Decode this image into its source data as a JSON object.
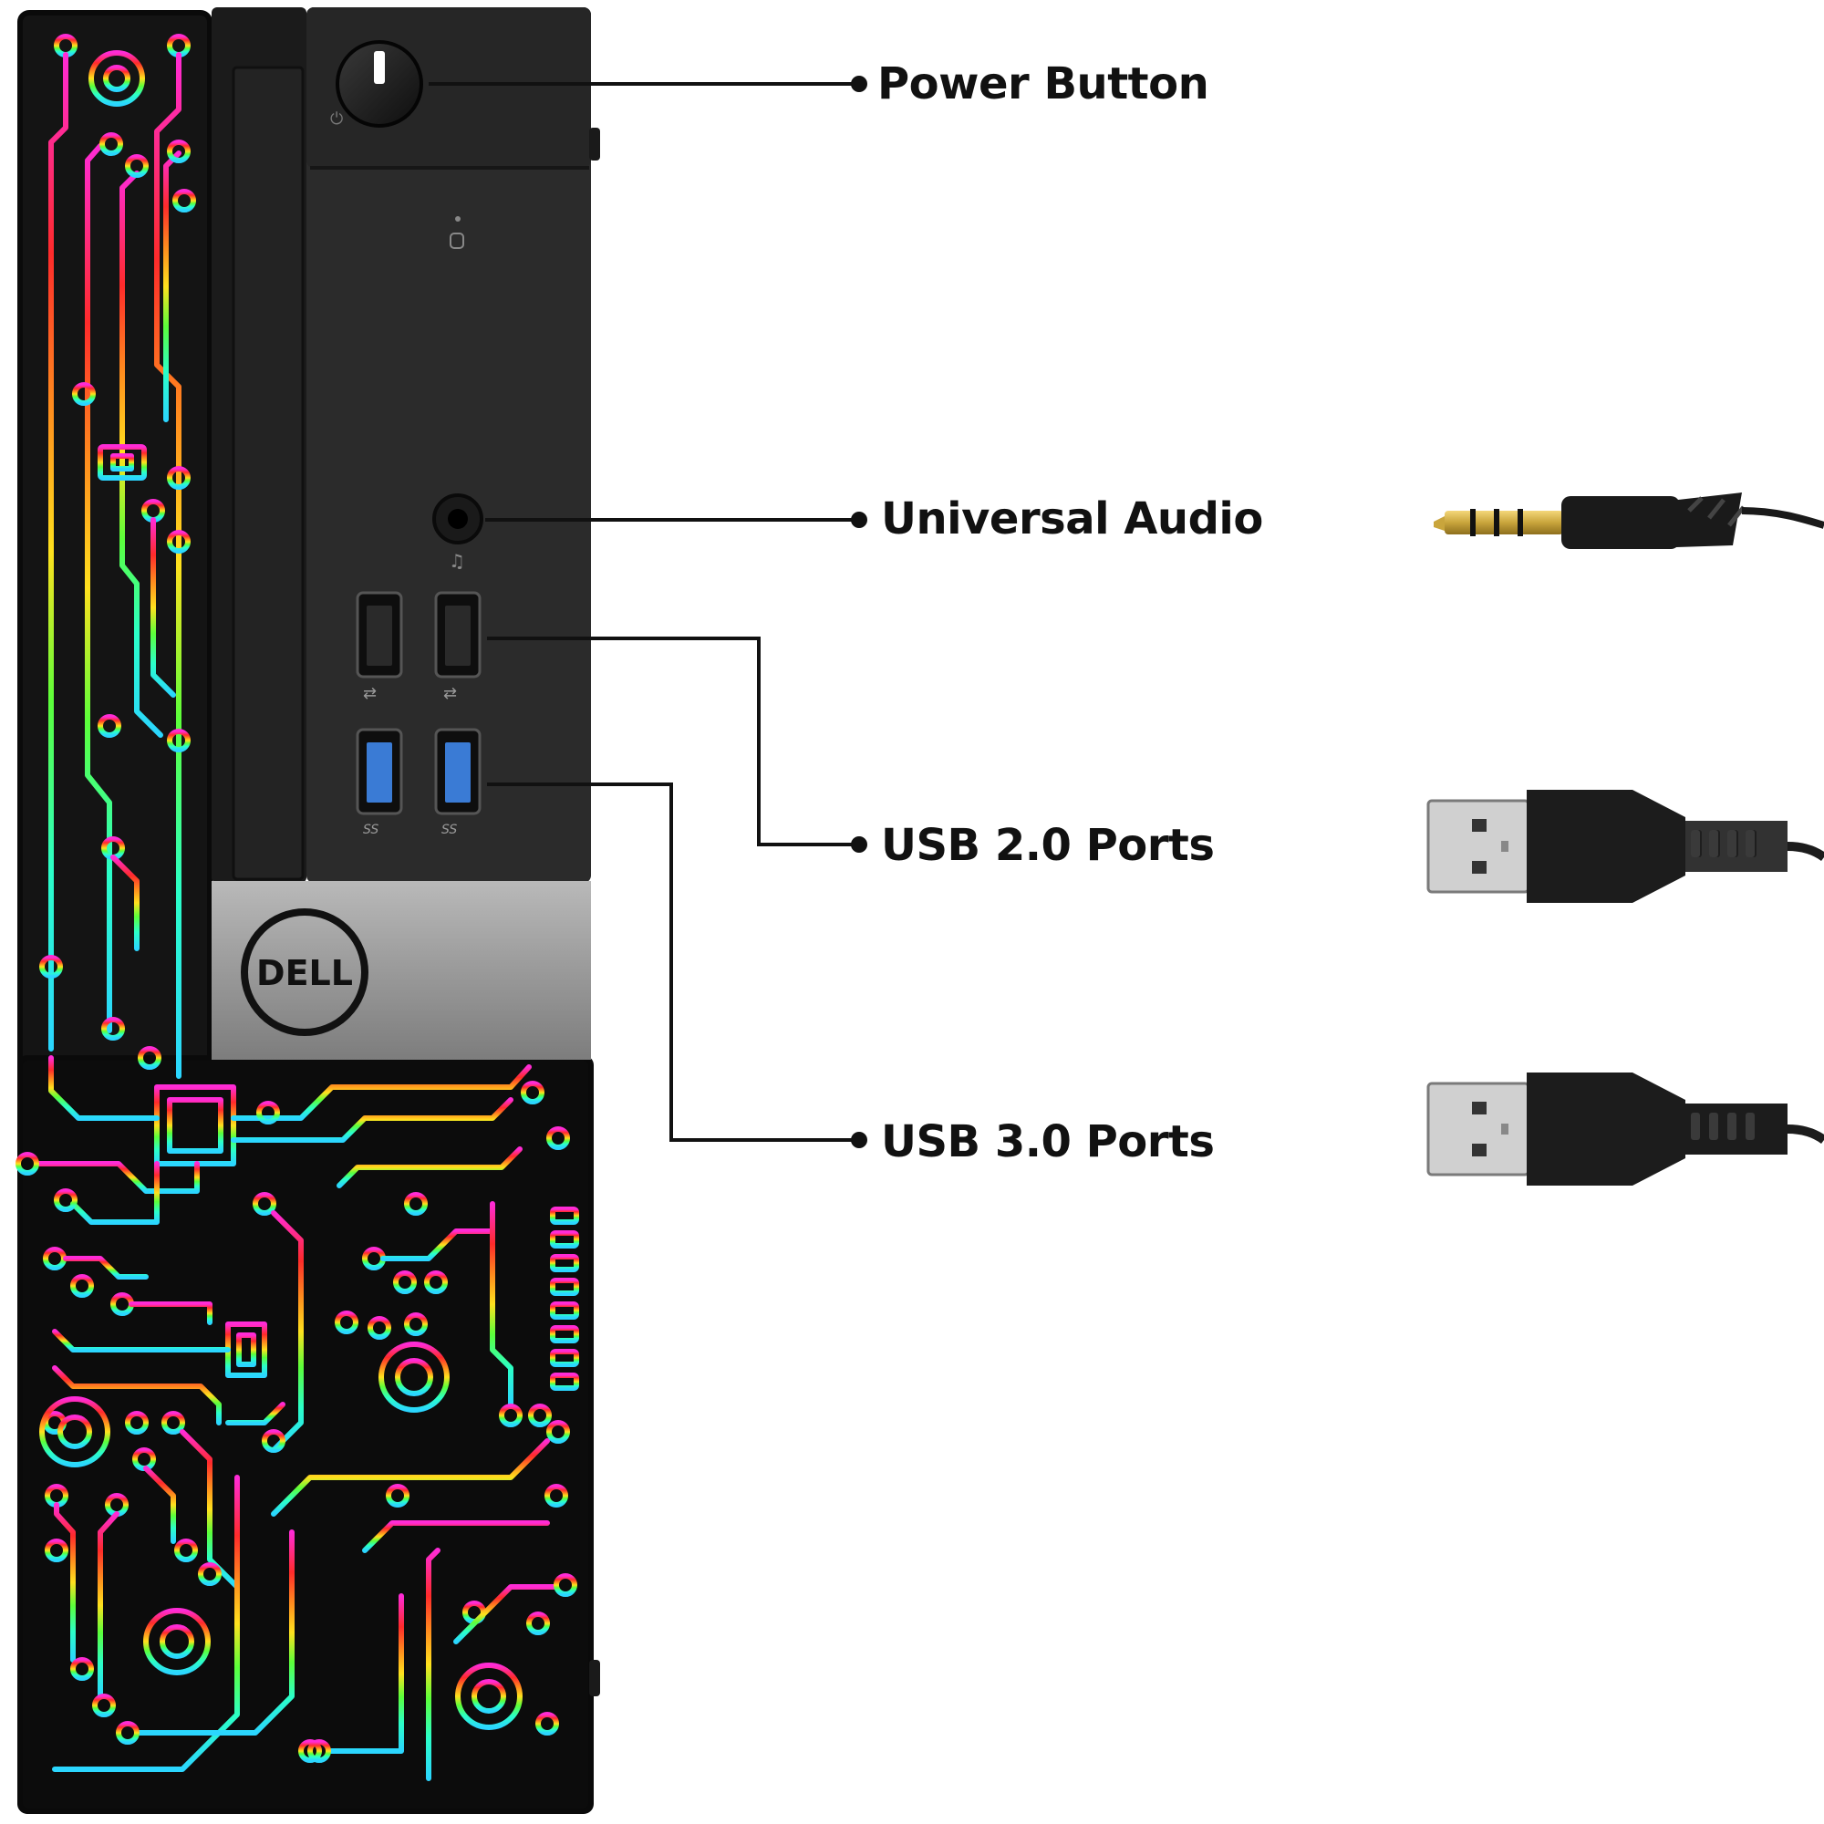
{
  "colors": {
    "chassis_black": "#141414",
    "panel_dark": "#2b2b2b",
    "badge_silver": "#9a9a9a",
    "usb3_blue": "#3a7bd5",
    "trace_gradient": [
      "#ff2bd6",
      "#ff2b2b",
      "#ff8a1e",
      "#ffe11e",
      "#5cff3a",
      "#2bffc8",
      "#2bd6ff"
    ]
  },
  "callouts": {
    "power": {
      "label": "Power Button",
      "icon": "power-button-icon"
    },
    "audio": {
      "label": "Universal Audio",
      "icon": "audio-jack-icon"
    },
    "usb2": {
      "label": "USB 2.0 Ports",
      "icon": "usb-a-connector-icon"
    },
    "usb3": {
      "label": "USB 3.0 Ports",
      "icon": "usb-a-connector-icon"
    }
  },
  "logo": {
    "brand": "DELL"
  },
  "port_marks": {
    "usb3": "SS"
  }
}
